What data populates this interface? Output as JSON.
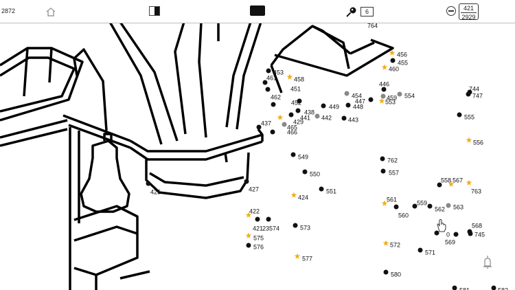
{
  "toolbar": {
    "count_left": "2872",
    "hint_count": "6",
    "progress_done": "421",
    "progress_total": "2929",
    "icons": [
      "home-icon",
      "layer-toggle-icon",
      "fill-color-swatch",
      "hint-magnifier-icon",
      "zoom-out-icon"
    ]
  },
  "colors": {
    "dot": "#111111",
    "star": "#f2b01e",
    "line": "#000000",
    "gray_dot": "#888888"
  },
  "dots": [
    {
      "label": "764",
      "kind": "dot"
    },
    {
      "label": "456",
      "kind": "star"
    },
    {
      "label": "455",
      "kind": "dot"
    },
    {
      "label": "460",
      "kind": "star"
    },
    {
      "label": "453",
      "kind": "dot"
    },
    {
      "label": "461",
      "kind": "dot"
    },
    {
      "label": "458",
      "kind": "star"
    },
    {
      "label": "451",
      "kind": "dot"
    },
    {
      "label": "462",
      "kind": "dot"
    },
    {
      "label": "446",
      "kind": "dot"
    },
    {
      "label": "459",
      "kind": "gray"
    },
    {
      "label": "554",
      "kind": "gray"
    },
    {
      "label": "744",
      "kind": "dot"
    },
    {
      "label": "747",
      "kind": "dot"
    },
    {
      "label": "454",
      "kind": "gray"
    },
    {
      "label": "447",
      "kind": "dot"
    },
    {
      "label": "553",
      "kind": "star"
    },
    {
      "label": "452",
      "kind": "dot"
    },
    {
      "label": "449",
      "kind": "dot"
    },
    {
      "label": "448",
      "kind": "dot"
    },
    {
      "label": "438",
      "kind": "dot"
    },
    {
      "label": "441",
      "kind": "dot"
    },
    {
      "label": "442",
      "kind": "gray"
    },
    {
      "label": "443",
      "kind": "dot"
    },
    {
      "label": "555",
      "kind": "dot"
    },
    {
      "label": "437",
      "kind": "dot"
    },
    {
      "label": "429",
      "kind": "star"
    },
    {
      "label": "465",
      "kind": "gray"
    },
    {
      "label": "466",
      "kind": "dot"
    },
    {
      "label": "556",
      "kind": "star"
    },
    {
      "label": "549",
      "kind": "dot"
    },
    {
      "label": "762",
      "kind": "dot"
    },
    {
      "label": "557",
      "kind": "dot"
    },
    {
      "label": "550",
      "kind": "dot"
    },
    {
      "label": "558",
      "kind": "dot"
    },
    {
      "label": "567",
      "kind": "star"
    },
    {
      "label": "763",
      "kind": "star"
    },
    {
      "label": "427",
      "kind": "dot"
    },
    {
      "label": "425",
      "kind": "dot"
    },
    {
      "label": "551",
      "kind": "dot"
    },
    {
      "label": "424",
      "kind": "star"
    },
    {
      "label": "561",
      "kind": "star"
    },
    {
      "label": "559",
      "kind": "dot"
    },
    {
      "label": "562",
      "kind": "dot"
    },
    {
      "label": "563",
      "kind": "gray"
    },
    {
      "label": "560",
      "kind": "dot"
    },
    {
      "label": "422",
      "kind": "star"
    },
    {
      "label": "421",
      "kind": "dot"
    },
    {
      "label": "23574",
      "kind": "dot"
    },
    {
      "label": "573",
      "kind": "dot"
    },
    {
      "label": "568",
      "kind": "dot"
    },
    {
      "label": "745",
      "kind": "dot"
    },
    {
      "label": "0",
      "kind": "dot"
    },
    {
      "label": "569",
      "kind": "dot"
    },
    {
      "label": "575",
      "kind": "star"
    },
    {
      "label": "576",
      "kind": "dot"
    },
    {
      "label": "572",
      "kind": "star"
    },
    {
      "label": "571",
      "kind": "dot"
    },
    {
      "label": "577",
      "kind": "star"
    },
    {
      "label": "580",
      "kind": "dot"
    },
    {
      "label": "581",
      "kind": "dot"
    },
    {
      "label": "582",
      "kind": "dot"
    }
  ]
}
